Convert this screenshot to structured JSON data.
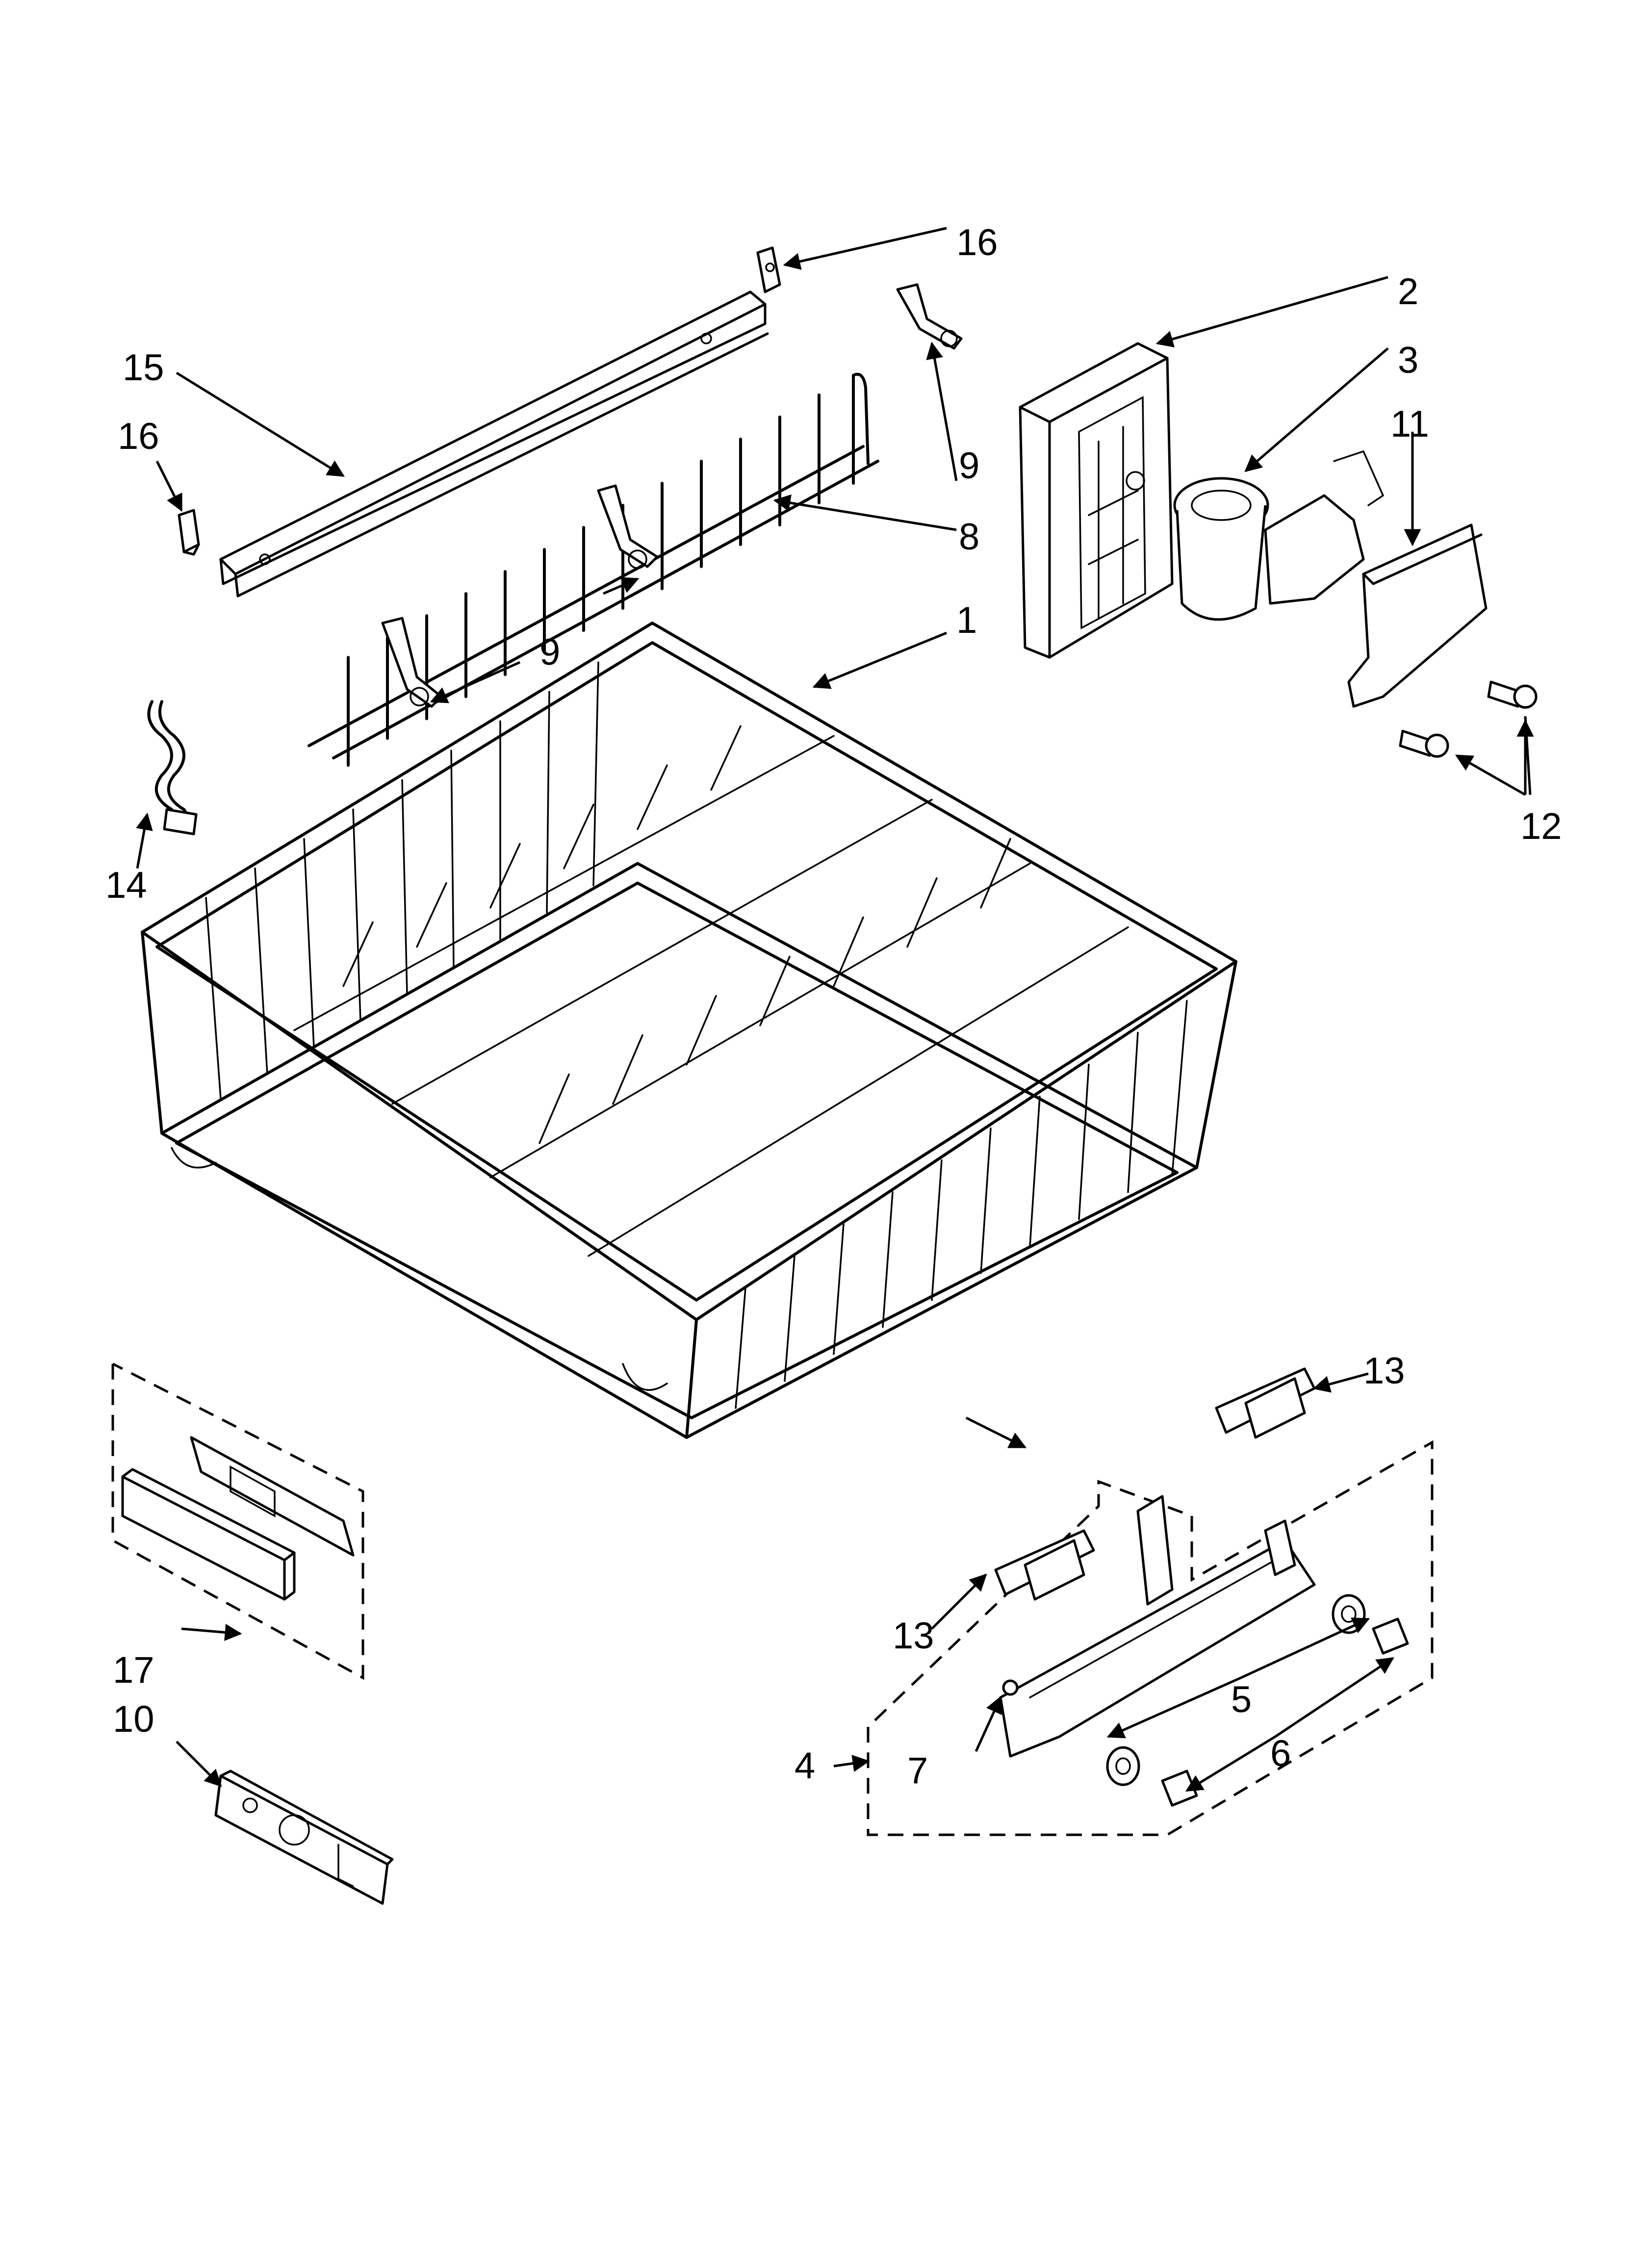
{
  "callouts": {
    "c1": "1",
    "c2": "2",
    "c3": "3",
    "c4": "4",
    "c5": "5",
    "c6": "6",
    "c7": "7",
    "c8": "8",
    "c9a": "9",
    "c9b": "9",
    "c10": "10",
    "c11": "11",
    "c12": "12",
    "c13a": "13",
    "c13b": "13",
    "c14": "14",
    "c15": "15",
    "c16a": "16",
    "c16b": "16",
    "c17": "17"
  }
}
